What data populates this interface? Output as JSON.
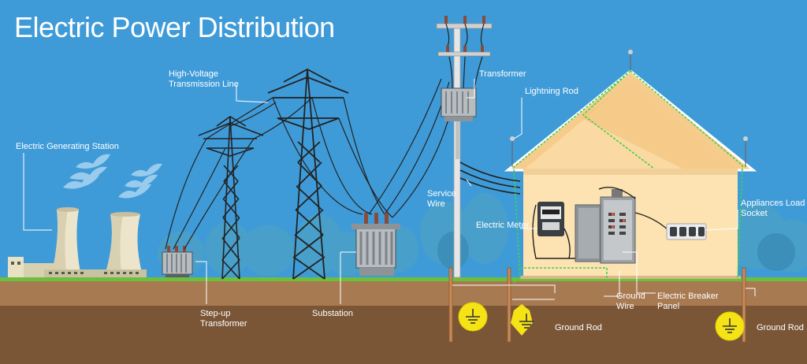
{
  "title": "Electric Power Distribution",
  "labels": {
    "generating_station": "Electric Generating Station",
    "transmission_line": "High-Voltage\nTransmission Line",
    "step_up": "Step-up\nTransformer",
    "substation": "Substation",
    "transformer": "Transformer",
    "service_wire": "Service\nWire",
    "electric_meter": "Electric Meter",
    "lightning_rod": "Lightning Rod",
    "appliances_socket": "Appliances Load\nSocket",
    "ground_wire": "Ground\nWire",
    "breaker_panel": "Electric Breaker\nPanel",
    "ground_rod_1": "Ground Rod",
    "ground_rod_2": "Ground Rod"
  },
  "colors": {
    "sky": "#3f9bd8",
    "ground_top": "#a87a52",
    "ground_deep": "#7a5637",
    "grass": "#6cbf3c",
    "house_wall": "#fde3b2",
    "roof": "#f6cc8c",
    "ground_symbol": "#f5e316",
    "ground_wire": "#3fd04b"
  }
}
